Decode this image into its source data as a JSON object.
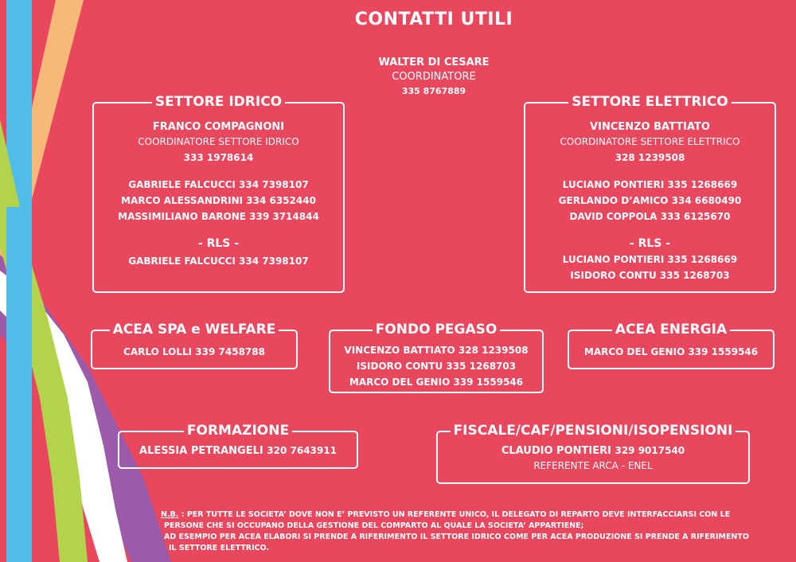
{
  "title": "CONTATTI UTILI",
  "coordinator": {
    "name": "WALTER DI CESARE",
    "role": "COORDINATORE",
    "phone": "335 8767889"
  },
  "idrico": {
    "heading": "SETTORE IDRICO",
    "lead_name": "FRANCO COMPAGNONI",
    "lead_role": "COORDINATORE SETTORE IDRICO",
    "lead_phone": "333 1978614",
    "contacts": [
      "GABRIELE FALCUCCI 334 7398107",
      "MARCO ALESSANDRINI 334 6352440",
      "MASSIMILIANO BARONE 339 3714844"
    ],
    "rls_label": "- RLS -",
    "rls": [
      "GABRIELE FALCUCCI 334 7398107"
    ]
  },
  "elettrico": {
    "heading": "SETTORE ELETTRICO",
    "lead_name": "VINCENZO BATTIATO",
    "lead_role": "COORDINATORE SETTORE ELETTRICO",
    "lead_phone": "328 1239508",
    "contacts": [
      "LUCIANO PONTIERI 335 1268669",
      "GERLANDO D’AMICO 334 6680490",
      "DAVID COPPOLA 333 6125670"
    ],
    "rls_label": "- RLS -",
    "rls": [
      "LUCIANO PONTIERI 335 1268669",
      "ISIDORO CONTU 335 1268703"
    ]
  },
  "acea_spa": {
    "heading": "ACEA SPA e WELFARE",
    "contacts": [
      "CARLO LOLLI 339 7458788"
    ]
  },
  "fondo_pegaso": {
    "heading": "FONDO PEGASO",
    "contacts": [
      "VINCENZO BATTIATO 328 1239508",
      "ISIDORO CONTU 335 1268703",
      "MARCO DEL GENIO 339 1559546"
    ]
  },
  "acea_energia": {
    "heading": "ACEA ENERGIA",
    "contacts": [
      "MARCO DEL GENIO 339 1559546"
    ]
  },
  "formazione": {
    "heading": "FORMAZIONE",
    "name": "ALESSIA PETRANGELI",
    "phone": "320 7643911"
  },
  "fiscale": {
    "heading": "FISCALE/CAF/PENSIONI/ISOPENSIONI",
    "name": "CLAUDIO PONTIERI",
    "phone": "329 9017540",
    "role": "REFERENTE ARCA - ENEL"
  },
  "note": {
    "label": "N.B.",
    "line1": ": PER TUTTE LE SOCIETA’ DOVE NON E’ PREVISTO UN REFERENTE UNICO, IL DELEGATO DI REPARTO DEVE INTERFACCIARSI CON LE",
    "line2": "PERSONE CHE SI OCCUPANO DELLA GESTIONE DEL COMPARTO AL QUALE LA SOCIETA’ APPARTIENE;",
    "line3": "AD ESEMPIO PER ACEA ELABORI SI PRENDE A RIFERIMENTO IL SETTORE IDRICO COME PER ACEA PRODUZIONE SI PRENDE A RIFERIMENTO",
    "line4": "IL SETTORE ELETTRICO."
  },
  "colors": {
    "background": "#e9475e",
    "ribbon_blue": "#4fbde8",
    "ribbon_orange": "#f7b97a",
    "ribbon_green": "#b3d34c",
    "ribbon_purple": "#9b5ba8",
    "ribbon_white": "#ffffff"
  }
}
